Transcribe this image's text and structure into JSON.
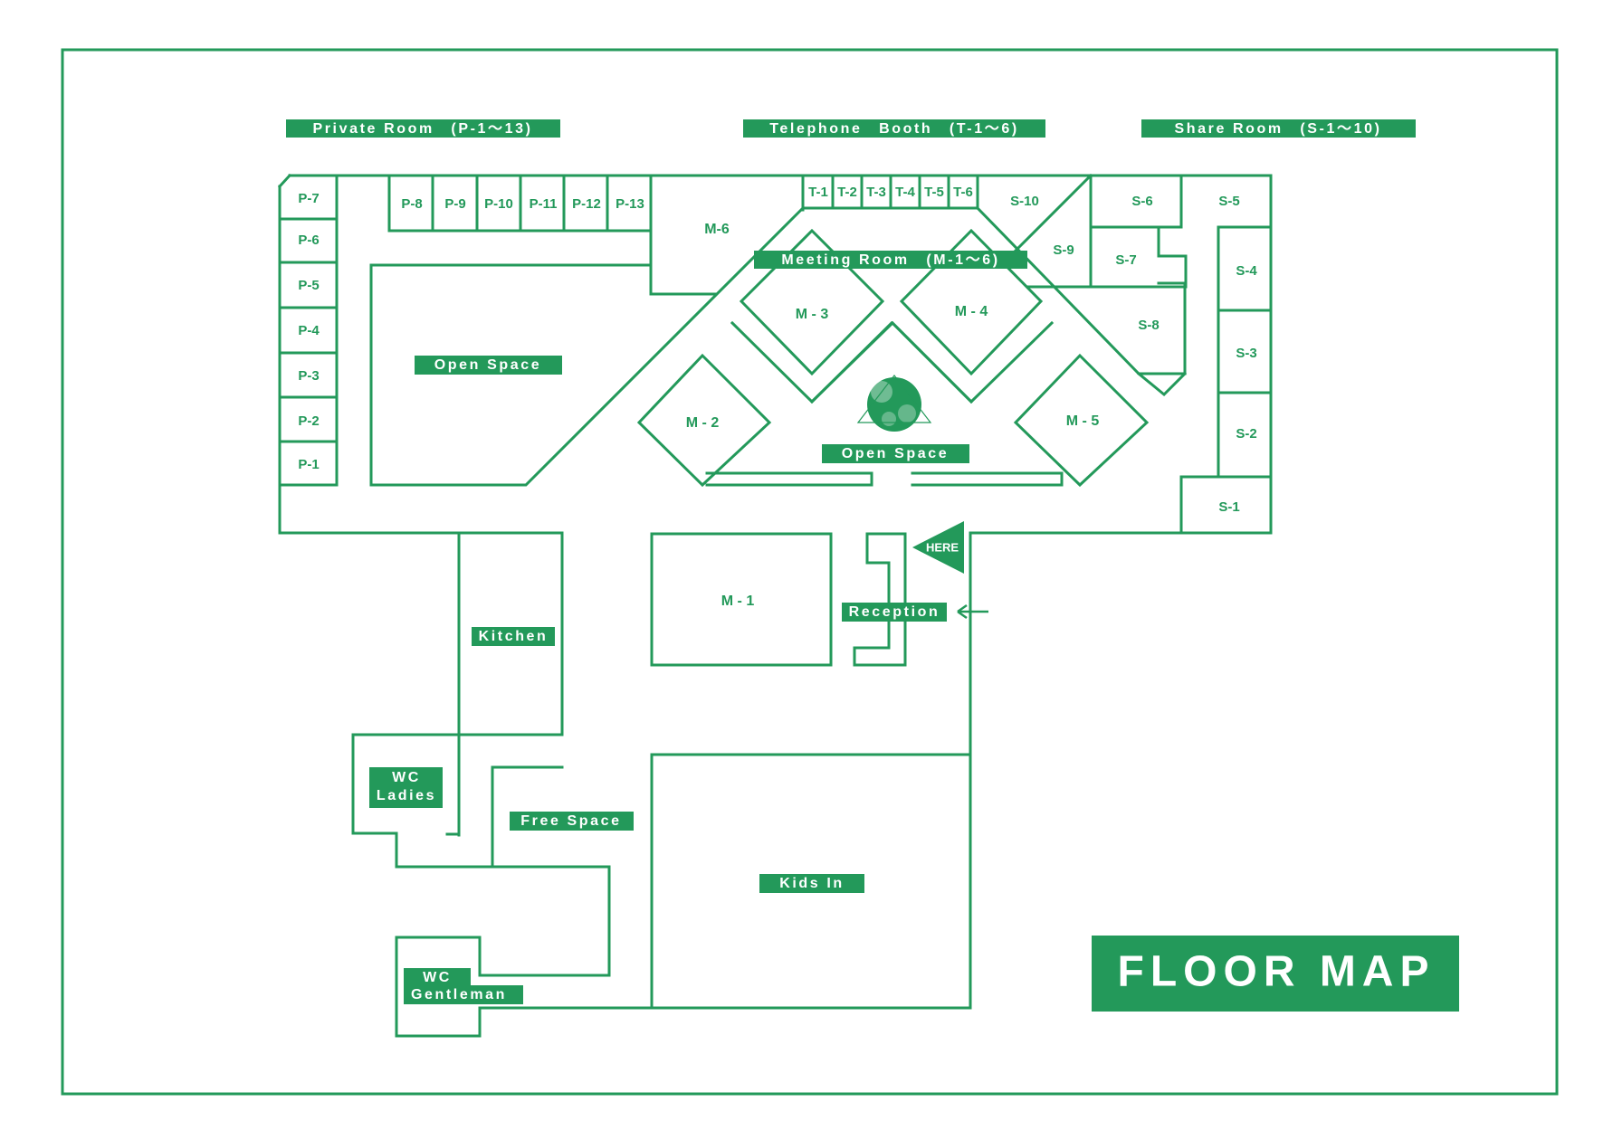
{
  "title": "FLOOR MAP",
  "colors": {
    "accent": "#23995a",
    "background": "#ffffff"
  },
  "legend": {
    "private_room": "Private Room　(P-1～13)",
    "telephone_booth": "Telephone　Booth　(T-1～6)",
    "share_room": "Share Room　(S-1～10)"
  },
  "areas": {
    "meeting_room": "Meeting Room　(M-1～6)",
    "open_space_left": "Open Space",
    "open_space_center": "Open Space",
    "kitchen": "Kitchen",
    "wc_ladies_1": "WC",
    "wc_ladies_2": "Ladies",
    "free_space": "Free Space",
    "kids_in": "Kids In",
    "wc_gentleman_1": "WC",
    "wc_gentleman_2": "Gentleman",
    "reception": "Reception",
    "here": "HERE",
    "entrance_arrow": "←"
  },
  "rooms": {
    "private": [
      "P-1",
      "P-2",
      "P-3",
      "P-4",
      "P-5",
      "P-6",
      "P-7",
      "P-8",
      "P-9",
      "P-10",
      "P-11",
      "P-12",
      "P-13"
    ],
    "telephone": [
      "T-1",
      "T-2",
      "T-3",
      "T-4",
      "T-5",
      "T-6"
    ],
    "share": [
      "S-1",
      "S-2",
      "S-3",
      "S-4",
      "S-5",
      "S-6",
      "S-7",
      "S-8",
      "S-9",
      "S-10"
    ],
    "meeting": [
      "M - 1",
      "M - 2",
      "M - 3",
      "M - 4",
      "M - 5",
      "M-6"
    ]
  },
  "icons": {
    "plant": "tree-icon",
    "here": "here-marker-icon",
    "arrow": "arrow-left-icon"
  }
}
